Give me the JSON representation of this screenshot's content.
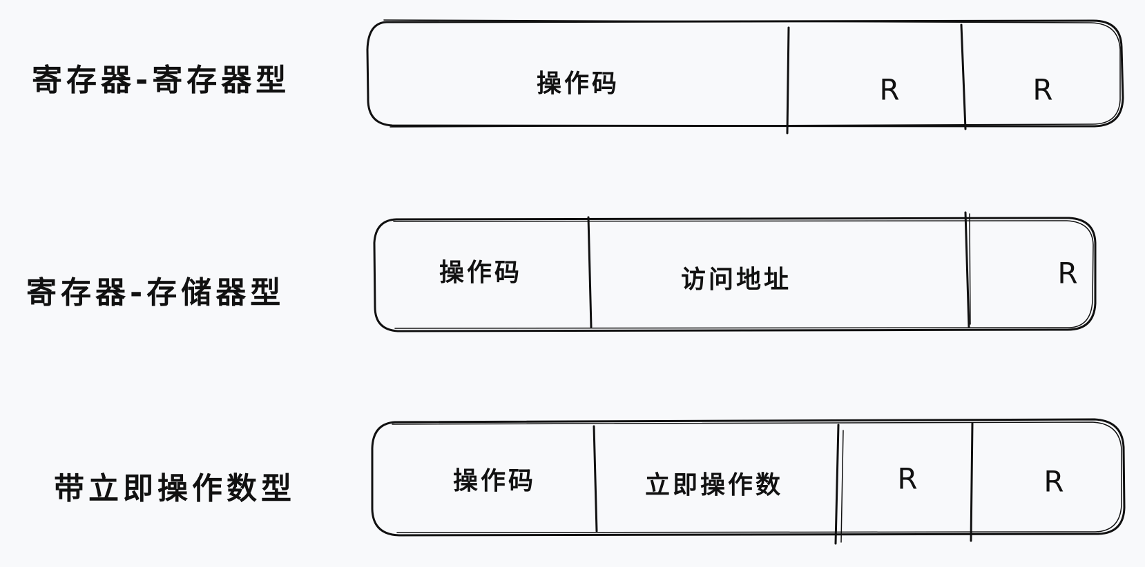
{
  "formats": [
    {
      "label": "寄存器-寄存器型",
      "fields": [
        "操作码",
        "R",
        "R"
      ]
    },
    {
      "label": "寄存器-存储器型",
      "fields": [
        "操作码",
        "访问地址",
        "R"
      ]
    },
    {
      "label": "带立即操作数型",
      "fields": [
        "操作码",
        "立即操作数",
        "R",
        "R"
      ]
    }
  ],
  "colors": {
    "background": "#f8f9fb",
    "stroke": "#111111"
  }
}
